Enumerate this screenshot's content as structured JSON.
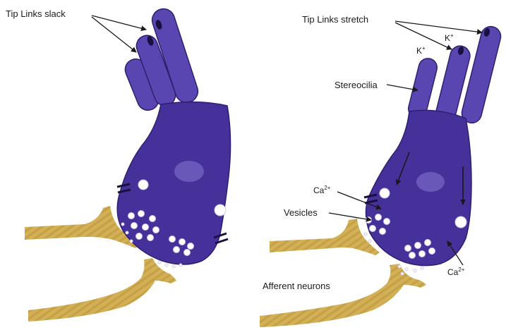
{
  "labels": {
    "tip_links_slack": "Tip Links slack",
    "tip_links_stretch": "Tip Links stretch",
    "k_ion": "K",
    "k_charge": "+",
    "stereocilia": "Stereocilia",
    "ca_ion": "Ca",
    "ca_charge": "2+",
    "vesicles": "Vesicles",
    "afferent_neurons": "Afferent neurons"
  },
  "colors": {
    "cell_body": "#46309a",
    "cell_edge": "#2e1f70",
    "stereocilia": "#5a46b0",
    "nucleus": "#6a58b8",
    "neuron": "#d3b055",
    "neuron_stripe": "#b8943a",
    "vesicle": "#ffffff",
    "arrow": "#1a1a1a"
  },
  "panels": [
    "resting",
    "deflected"
  ]
}
